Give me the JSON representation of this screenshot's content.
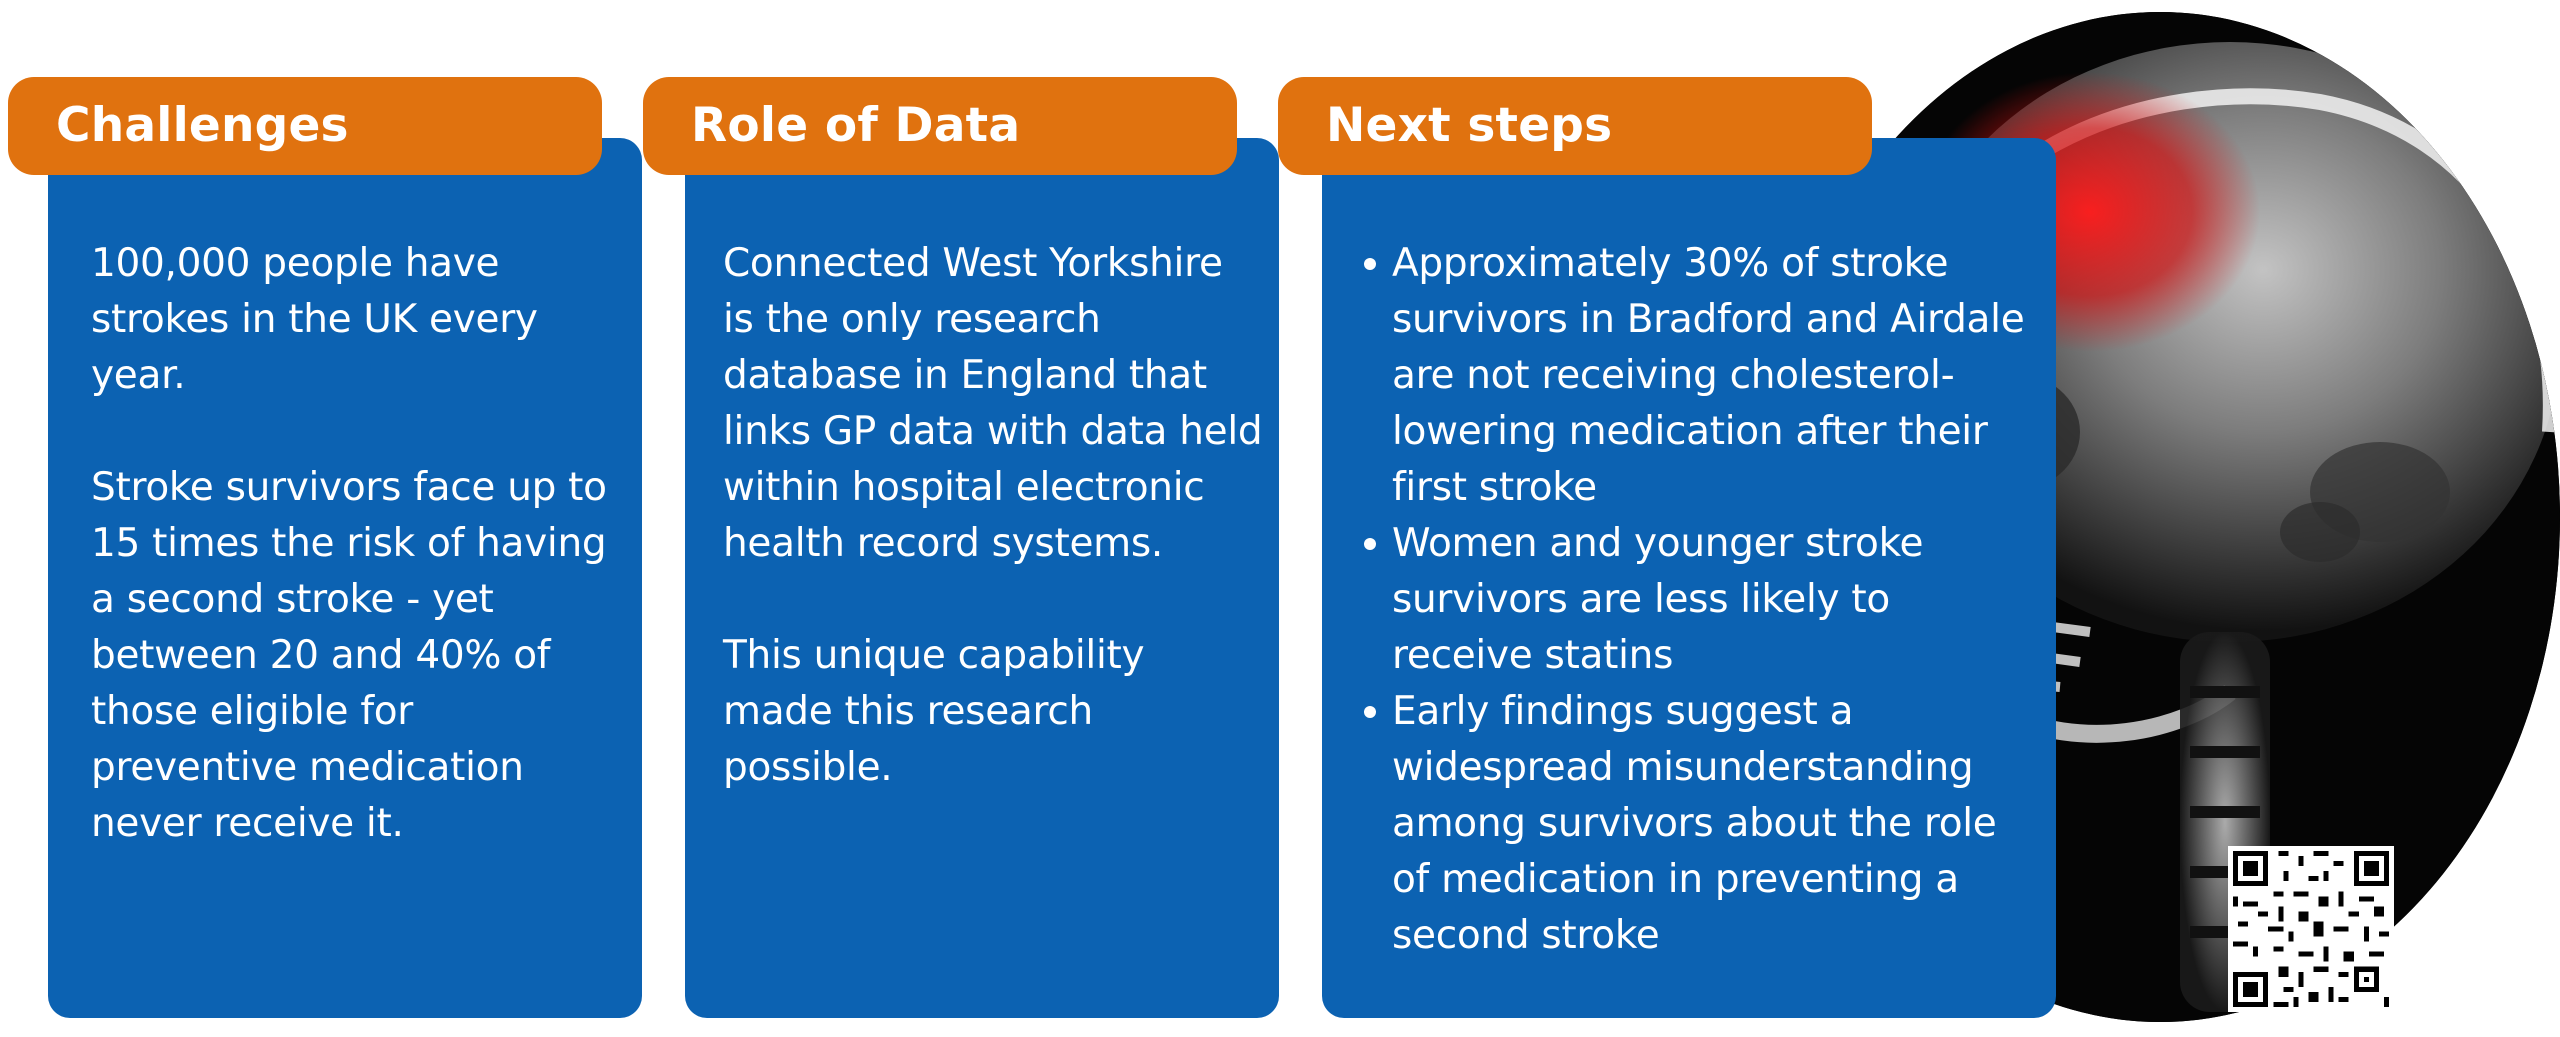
{
  "panels": [
    {
      "title": "Challenges",
      "paragraphs": [
        "100,000 people have strokes in the UK every year.",
        "Stroke survivors face up to 15 times the risk of having a second stroke - yet between 20 and 40% of those eligible for preventive medication never receive it."
      ]
    },
    {
      "title": "Role of Data",
      "paragraphs": [
        "Connected West Yorkshire is the only research database in England that links GP data with data held within hospital electronic health record systems.",
        "This unique capability made this research possible."
      ]
    },
    {
      "title": "Next steps",
      "bullets": [
        "Approximately 30% of stroke survivors in Bradford and Airdale are not receiving cholesterol-lowering medication after their first stroke",
        "Women and younger stroke survivors are less likely to receive statins",
        "Early findings suggest a widespread misunderstanding among survivors about the role of medication in preventing a second stroke"
      ]
    }
  ],
  "colors": {
    "panel_blue": "#0c62b2",
    "tab_orange": "#e0720f",
    "text": "#ffffff",
    "xray_highlight": "#e01010"
  },
  "images": {
    "background": "skull-xray-image",
    "code": "qr-code-icon"
  }
}
